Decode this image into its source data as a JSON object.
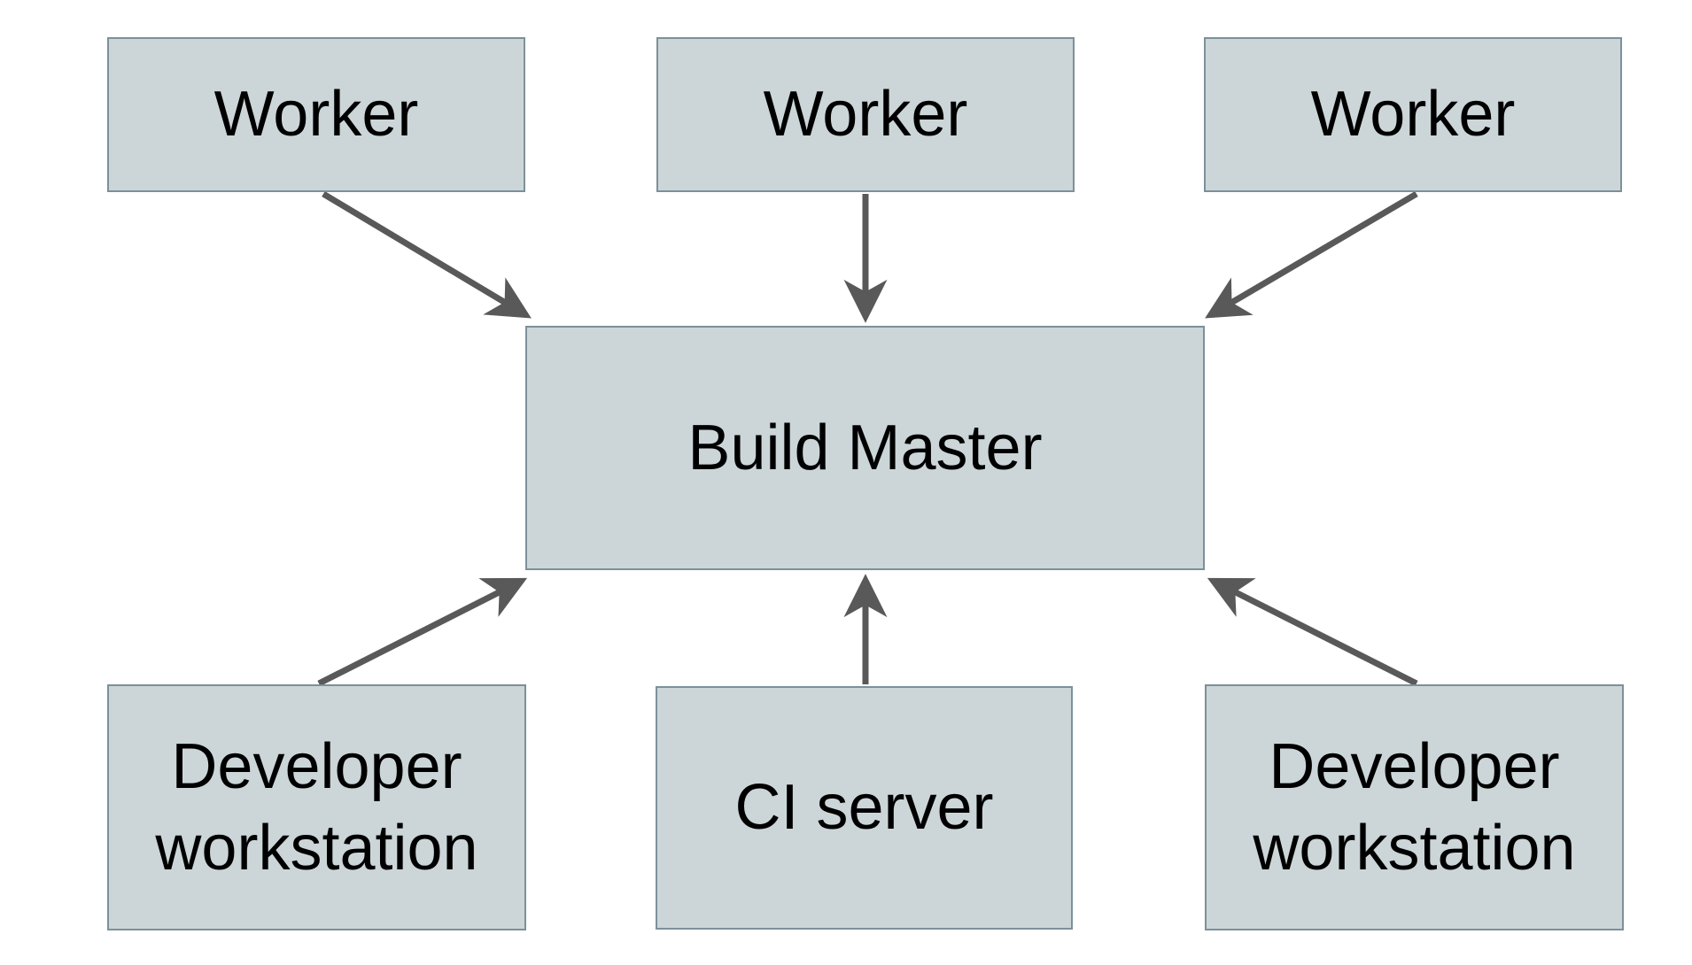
{
  "diagram": {
    "description": "Build system architecture diagram: three Workers report to a central Build Master; two Developer workstations and a CI server feed into the Build Master.",
    "nodes": [
      {
        "id": "worker-1",
        "label": "Worker"
      },
      {
        "id": "worker-2",
        "label": "Worker"
      },
      {
        "id": "worker-3",
        "label": "Worker"
      },
      {
        "id": "build-master",
        "label": "Build Master"
      },
      {
        "id": "dev-workstation-left",
        "label": "Developer workstation"
      },
      {
        "id": "ci-server",
        "label": "CI server"
      },
      {
        "id": "dev-workstation-right",
        "label": "Developer workstation"
      }
    ],
    "edges": [
      {
        "from": "worker-1",
        "to": "build-master"
      },
      {
        "from": "worker-2",
        "to": "build-master"
      },
      {
        "from": "worker-3",
        "to": "build-master"
      },
      {
        "from": "dev-workstation-left",
        "to": "build-master"
      },
      {
        "from": "ci-server",
        "to": "build-master"
      },
      {
        "from": "dev-workstation-right",
        "to": "build-master"
      }
    ],
    "colors": {
      "node_fill": "#ccd6d9",
      "node_border": "#7c909a",
      "arrow": "#595959",
      "text": "#000000",
      "background": "#ffffff"
    }
  }
}
